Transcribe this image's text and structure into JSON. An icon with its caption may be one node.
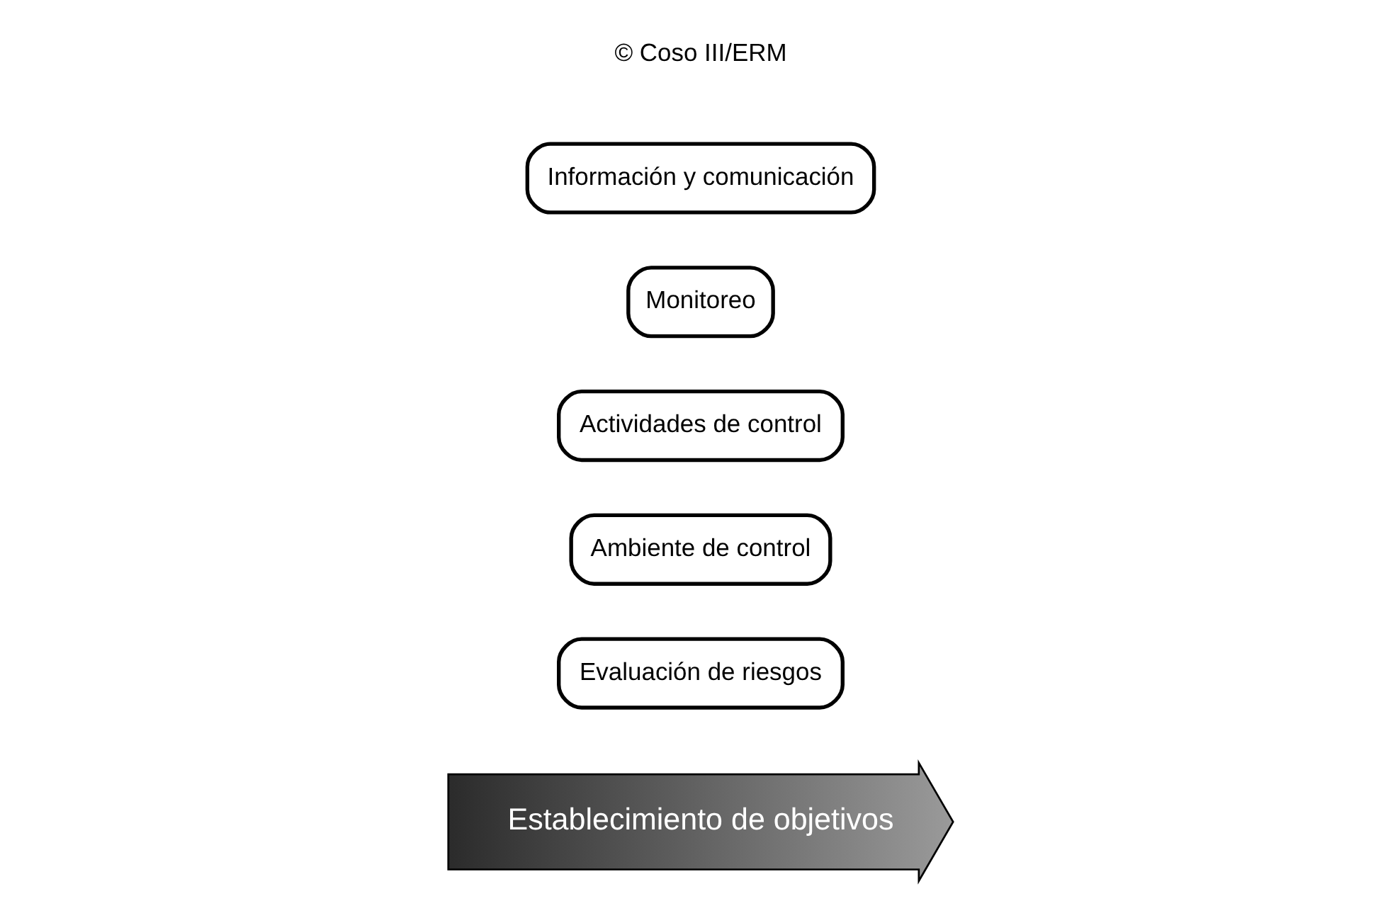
{
  "diagram": {
    "nodes": [
      {
        "text": [
          "Establecimiento de objetivos"
        ]
      },
      {
        "text": [
          "Evaluación de riesgos"
        ]
      },
      {
        "text": [
          "Ambiente de control"
        ]
      },
      {
        "text": [
          "Actividades de control"
        ]
      },
      {
        "text": [
          "Monitoreo"
        ]
      },
      {
        "text": [
          "Información y comunicación"
        ]
      }
    ],
    "labels": [
      "© Coso III/ERM"
    ]
  }
}
